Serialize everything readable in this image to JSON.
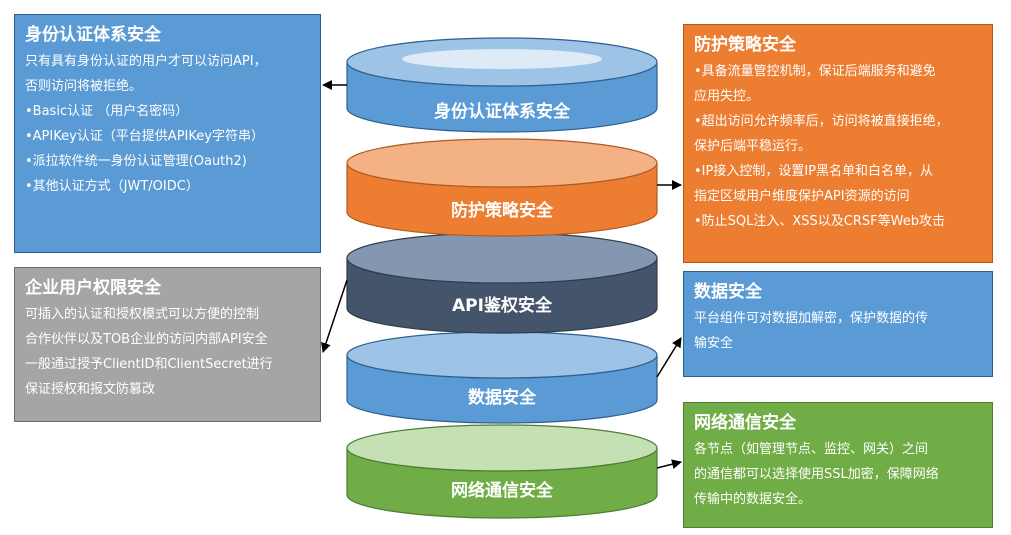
{
  "layers": [
    {
      "id": "identity",
      "label": "身份认证体系安全",
      "side_color": "#5b9bd5",
      "top_color": "#9dc3e6",
      "inner_color": "#deebf7"
    },
    {
      "id": "protection",
      "label": "防护策略安全",
      "side_color": "#ed7d31",
      "top_color": "#f4b183",
      "inner_color": null
    },
    {
      "id": "auth",
      "label": "API鉴权安全",
      "side_color": "#44546a",
      "top_color": "#8497b0",
      "inner_color": null
    },
    {
      "id": "data",
      "label": "数据安全",
      "side_color": "#5b9bd5",
      "top_color": "#9dc3e6",
      "inner_color": null
    },
    {
      "id": "network",
      "label": "网络通信安全",
      "side_color": "#70ad47",
      "top_color": "#c5e0b4",
      "inner_color": null
    }
  ],
  "boxes": {
    "identity": {
      "title": "身份认证体系安全",
      "lines": [
        "只有具有身份认证的用户才可以访问API，",
        "否则访问将被拒绝。",
        "•Basic认证 （用户名密码）",
        "•APIKey认证（平台提供APIKey字符串）",
        "•派拉软件统一身份认证管理(Oauth2)",
        "•其他认证方式（JWT/OIDC）"
      ]
    },
    "protection": {
      "title": "防护策略安全",
      "lines": [
        "•具备流量管控机制，保证后端服务和避免",
        "应用失控。",
        "•超出访问允许频率后，访问将被直接拒绝，",
        "保护后端平稳运行。",
        "•IP接入控制，设置IP黑名单和白名单，从",
        "指定区域用户维度保护API资源的访问",
        "•防止SQL注入、XSS以及CRSF等Web攻击"
      ]
    },
    "enterprise": {
      "title": "企业用户权限安全",
      "lines": [
        "可插入的认证和授权模式可以方便的控制",
        "合作伙伴以及TOB企业的访问内部API安全",
        "一般通过授予ClientID和ClientSecret进行",
        "保证授权和报文防篡改"
      ]
    },
    "data": {
      "title": "数据安全",
      "lines": [
        "平台组件可对数据加解密，保护数据的传",
        "输安全"
      ]
    },
    "network": {
      "title": "网络通信安全",
      "lines": [
        "各节点（如管理节点、监控、网关）之间",
        "的通信都可以选择使用SSL加密，保障网络",
        "传输中的数据安全。"
      ]
    }
  }
}
